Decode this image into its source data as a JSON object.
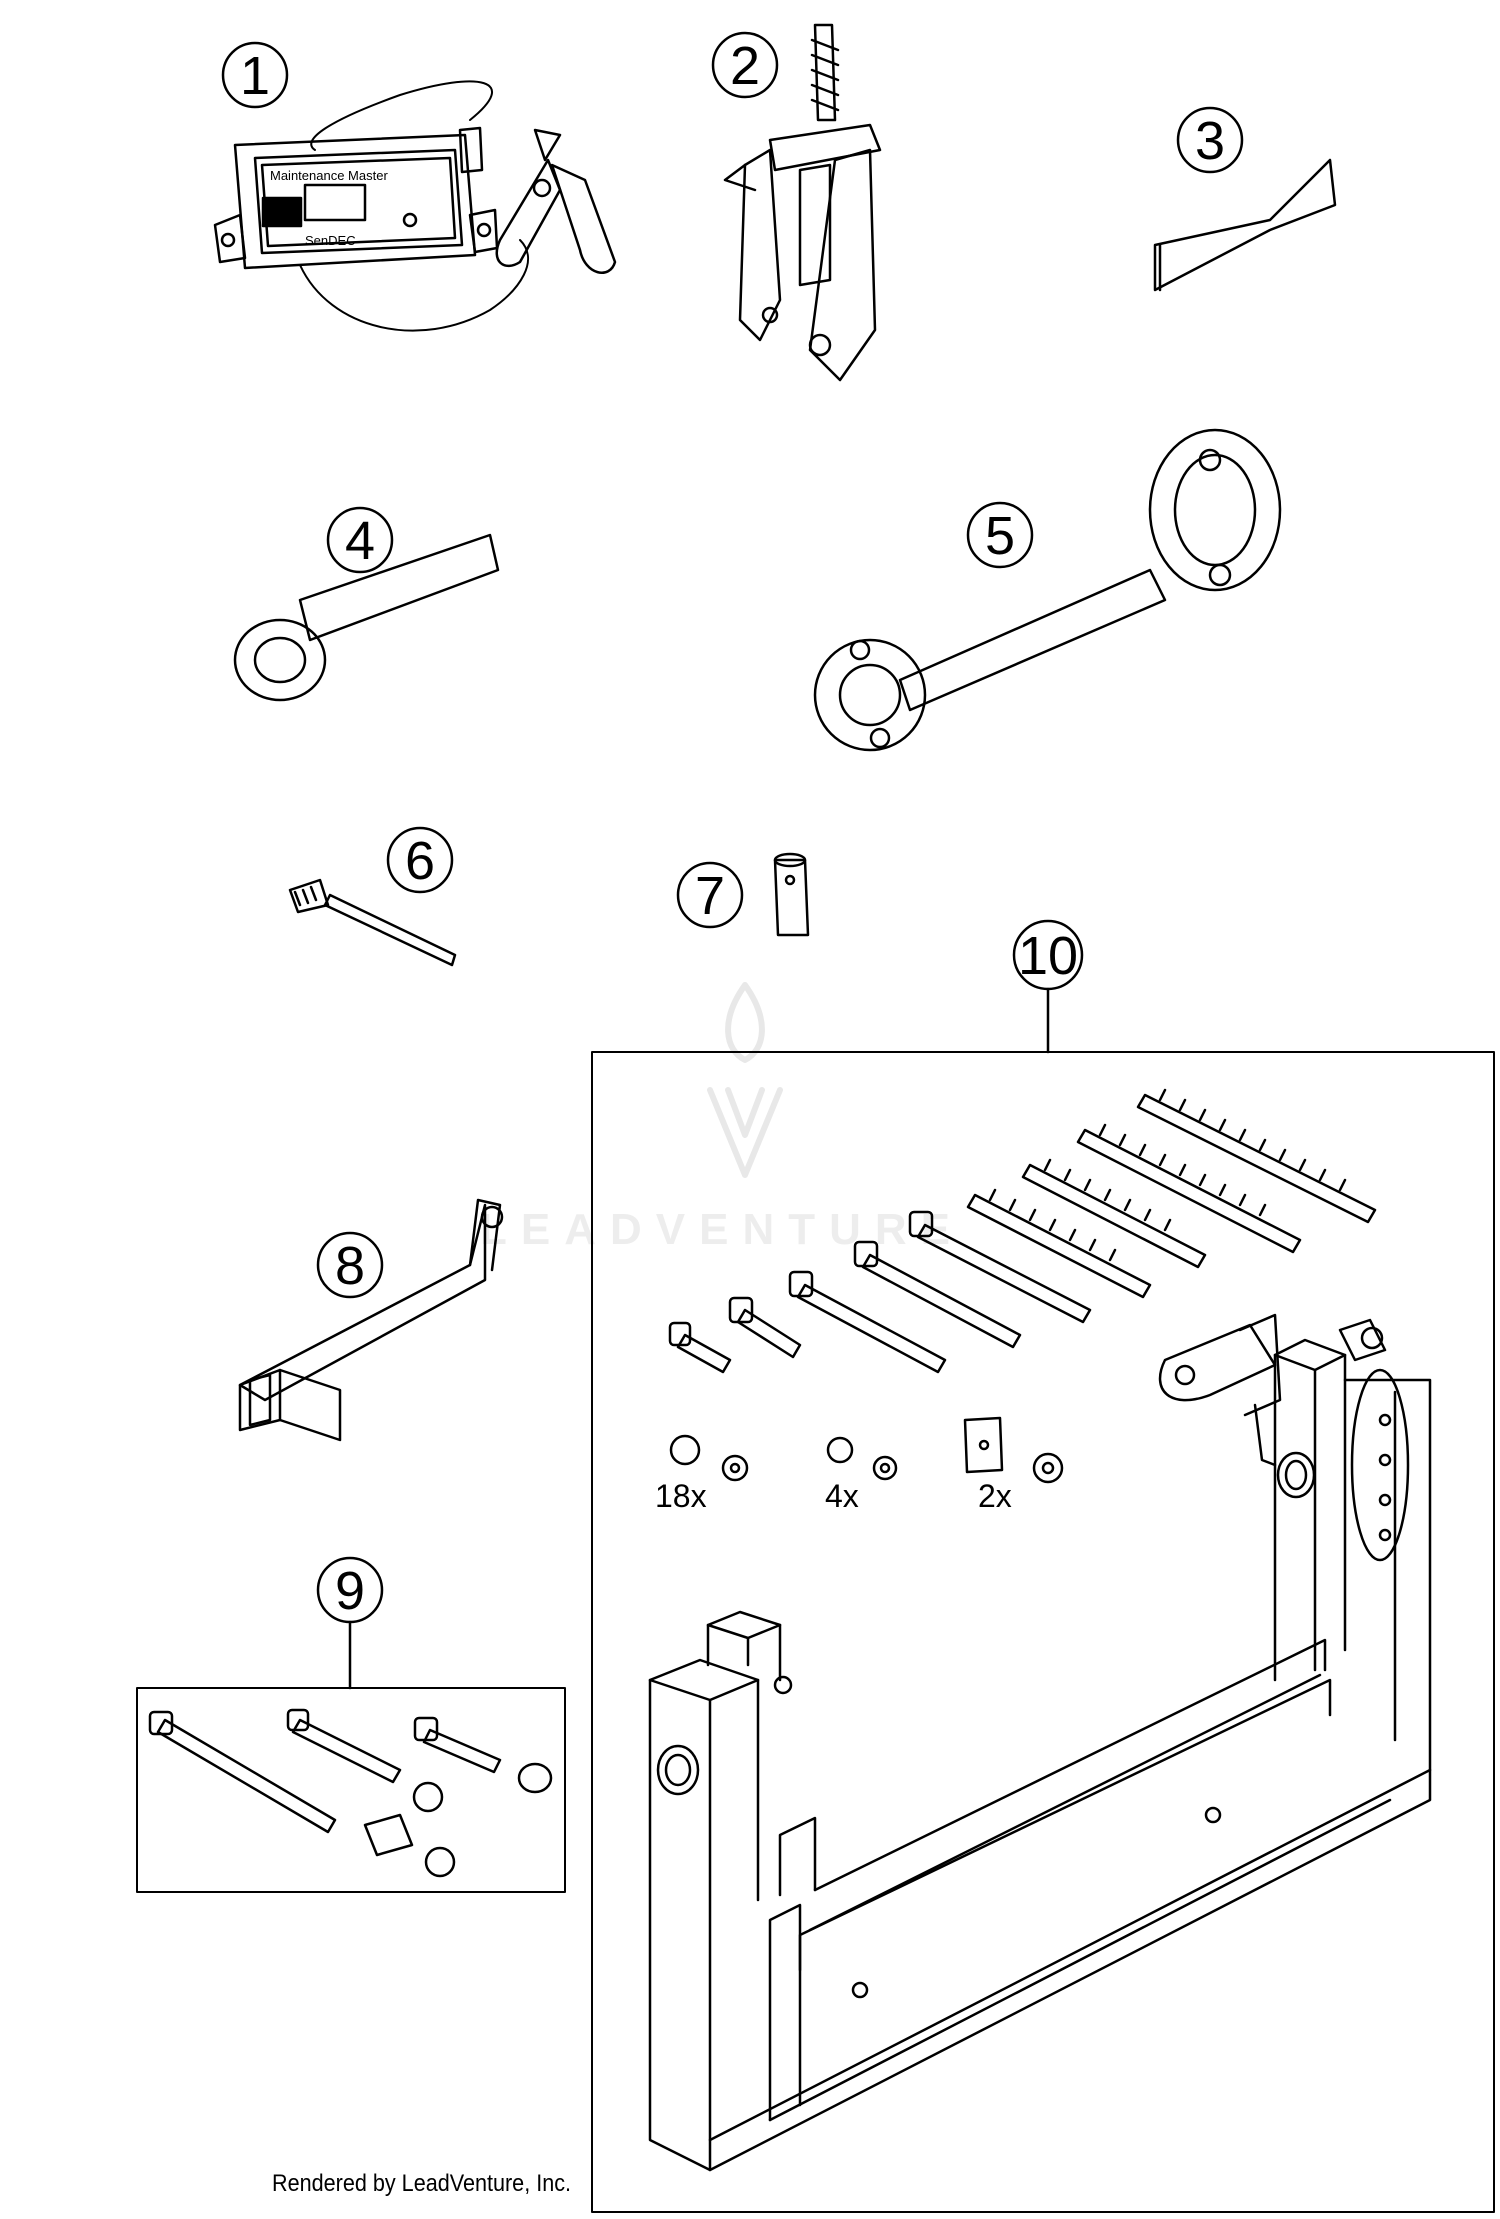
{
  "callouts": {
    "c1": "1",
    "c2": "2",
    "c3": "3",
    "c4": "4",
    "c5": "5",
    "c6": "6",
    "c7": "7",
    "c8": "8",
    "c9": "9",
    "c10": "10"
  },
  "device_label": {
    "line1": "Maintenance Master",
    "line2": "SenDEC"
  },
  "quantities": {
    "q1": "18x",
    "q2": "4x",
    "q3": "2x"
  },
  "footer": "Rendered by LeadVenture, Inc.",
  "watermark": "LEADVENTURE",
  "colors": {
    "line": "#000000",
    "background": "#ffffff",
    "watermark": "#eeeeee"
  }
}
